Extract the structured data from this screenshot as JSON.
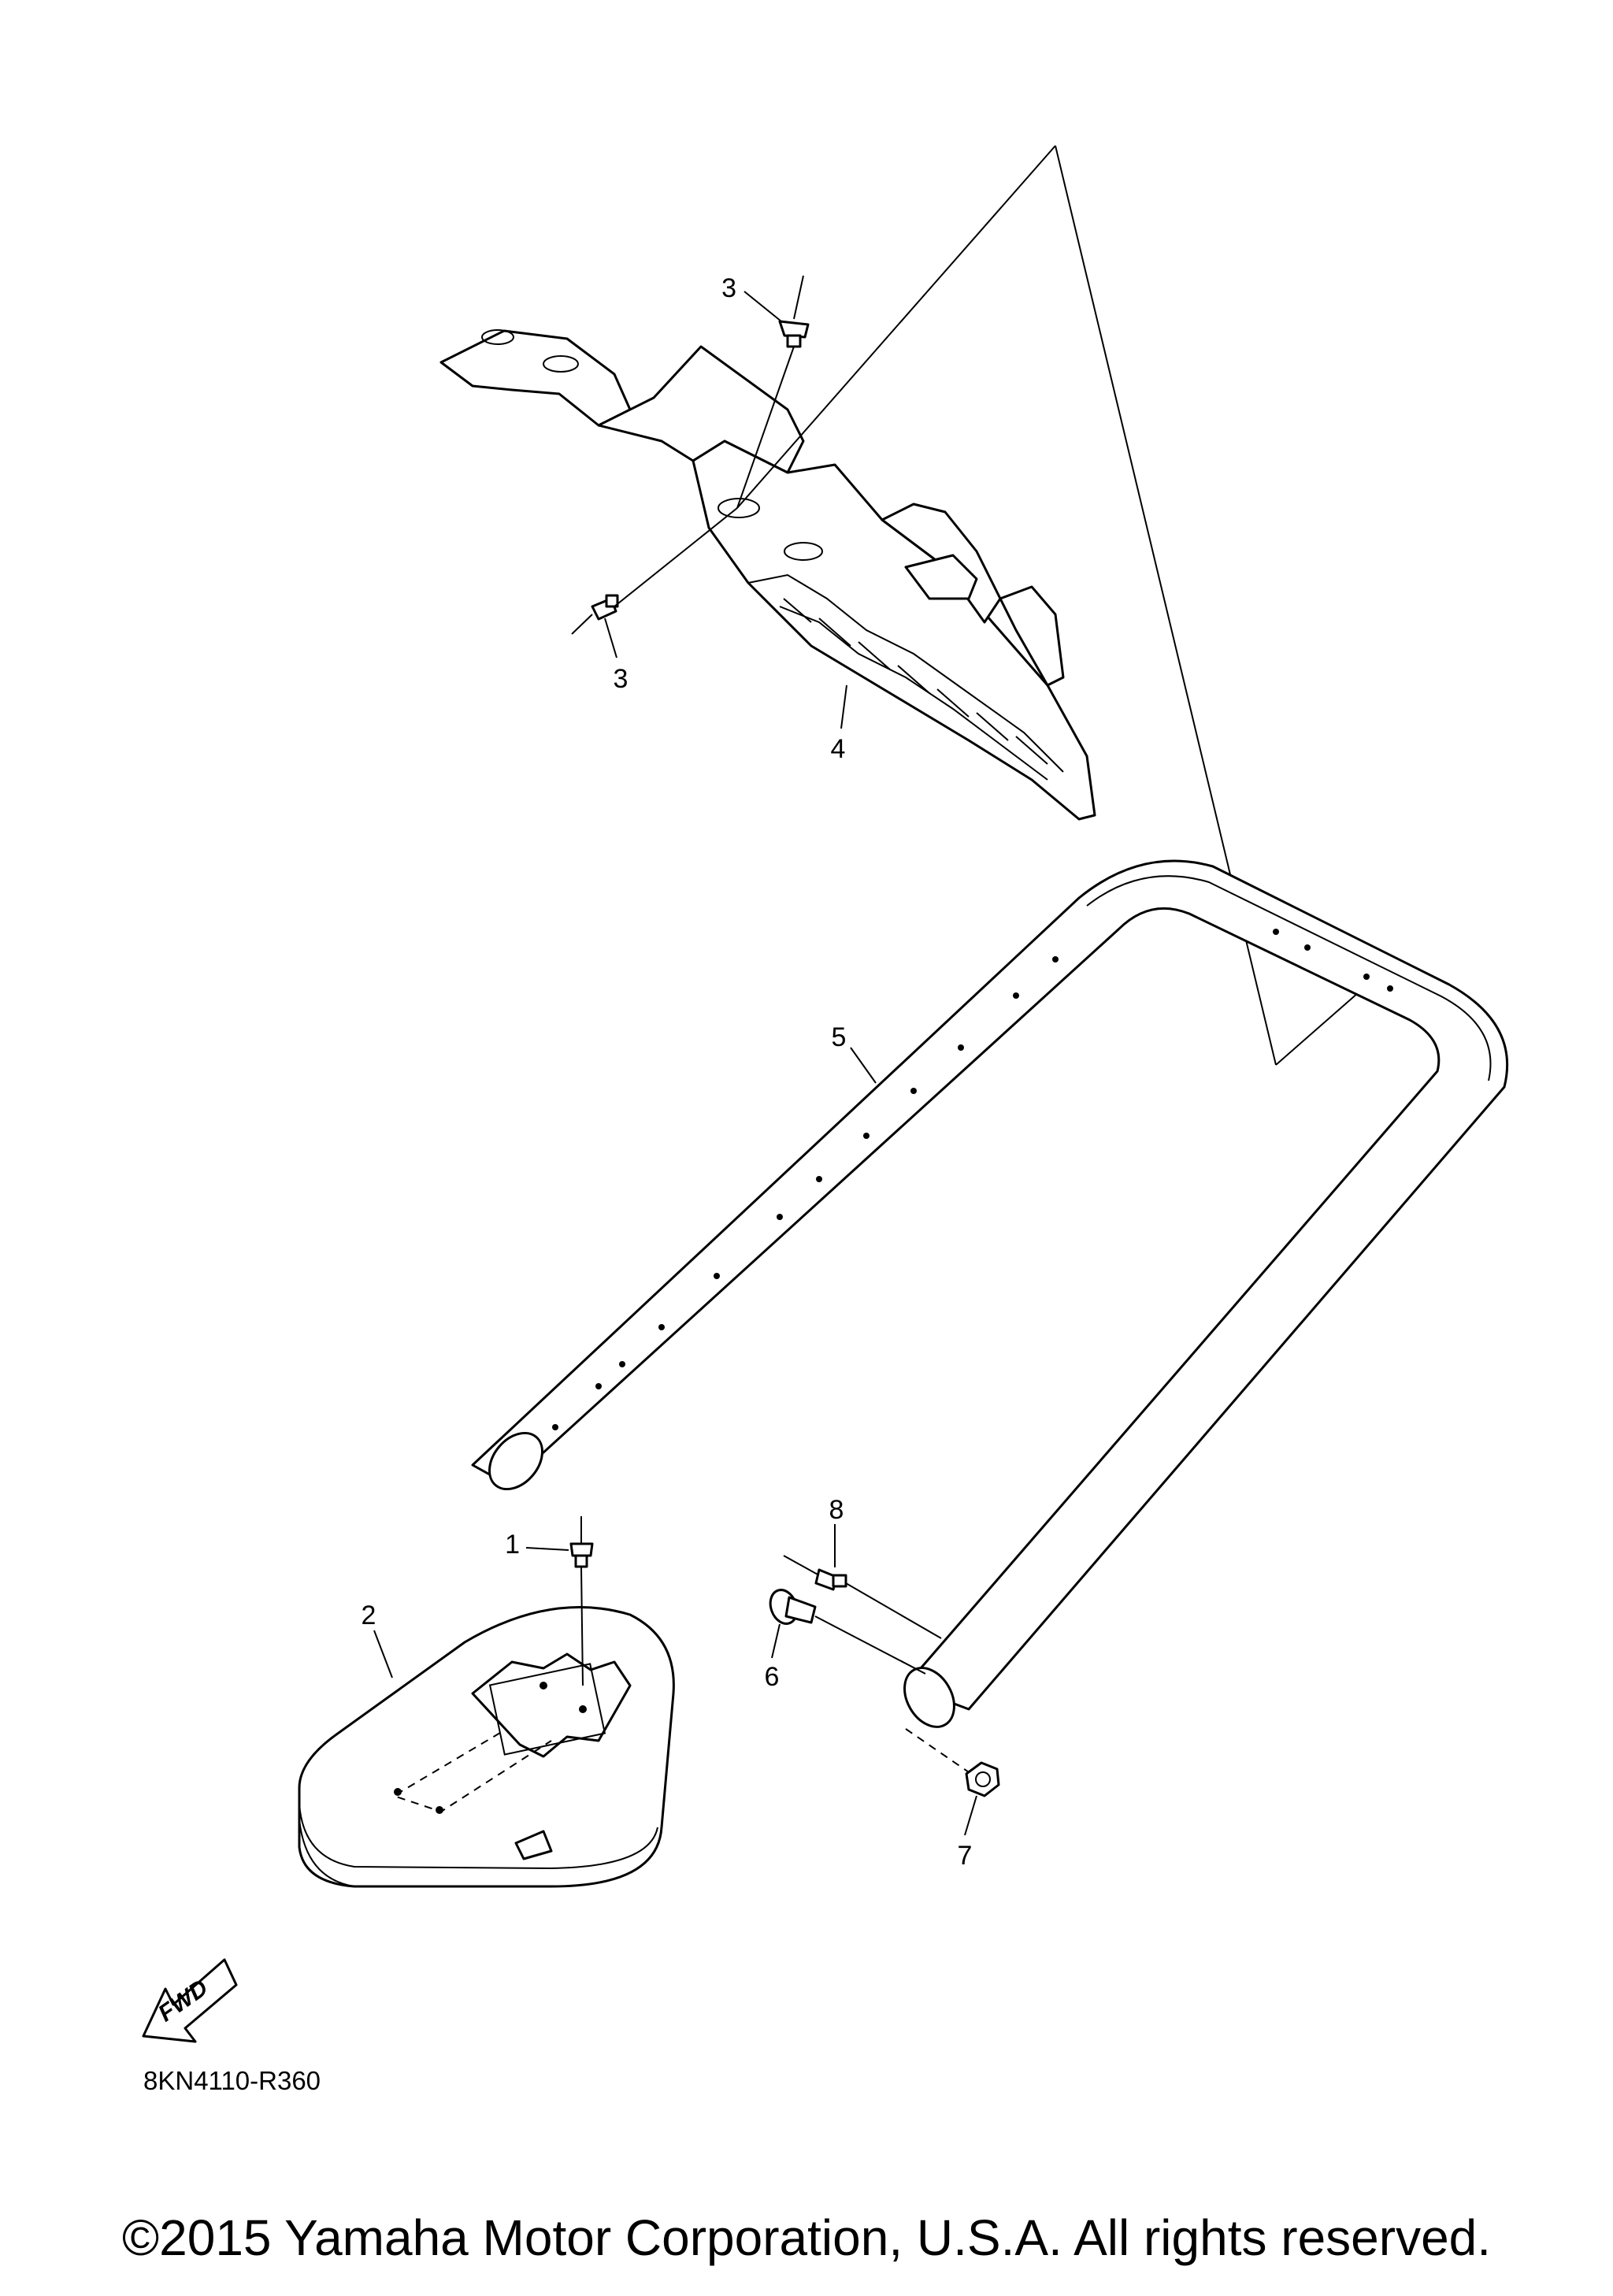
{
  "diagram": {
    "callouts": [
      {
        "id": "1",
        "label": "1"
      },
      {
        "id": "2",
        "label": "2"
      },
      {
        "id": "3a",
        "label": "3"
      },
      {
        "id": "3b",
        "label": "3"
      },
      {
        "id": "4",
        "label": "4"
      },
      {
        "id": "5",
        "label": "5"
      },
      {
        "id": "6",
        "label": "6"
      },
      {
        "id": "7",
        "label": "7"
      },
      {
        "id": "8",
        "label": "8"
      }
    ],
    "fwd_label": "FWD",
    "drawing_code": "8KN4110-R360"
  },
  "footer": {
    "copyright": "©2015 Yamaha Motor Corporation, U.S.A. All rights reserved."
  }
}
